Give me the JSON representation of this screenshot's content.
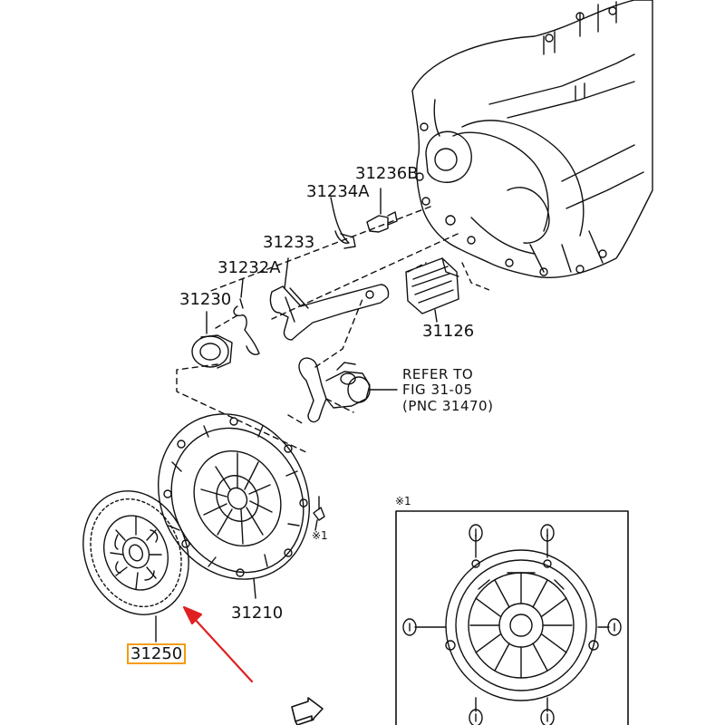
{
  "labels": {
    "p31236b": "31236B",
    "p31234a": "31234A",
    "p31233": "31233",
    "p31232a": "31232A",
    "p31230": "31230",
    "p31126": "31126",
    "p31210": "31210",
    "p31250": "31250",
    "mark1": "※1",
    "inset_mark": "※1"
  },
  "refer": {
    "line1": "REFER TO",
    "line2": "FIG 31-05",
    "line3": "(PNC 31470)"
  },
  "colors": {
    "line": "#111111",
    "highlight": "#f39c12",
    "arrow": "#e02020"
  },
  "icons": {
    "nav_arrow": "next-page-arrow-icon"
  }
}
